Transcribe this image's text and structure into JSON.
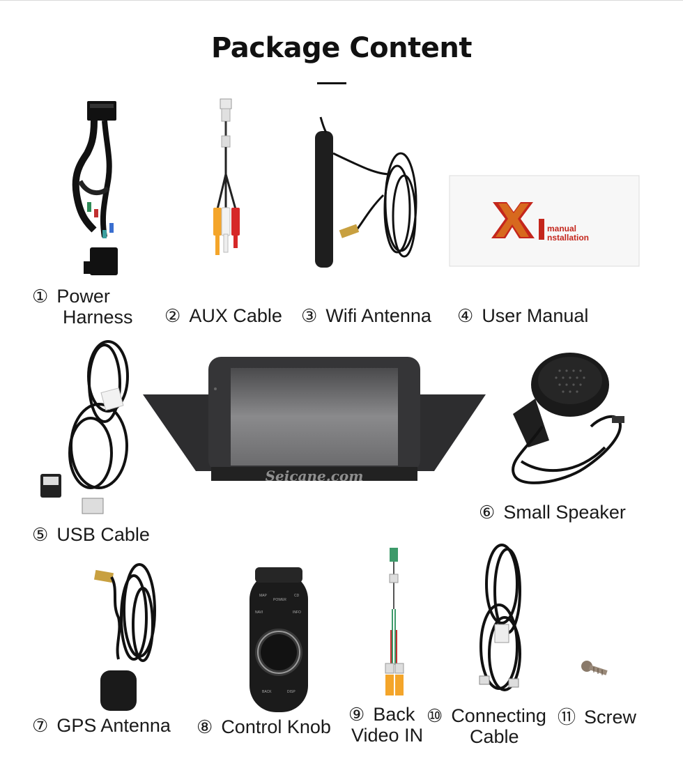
{
  "title": "Package Content",
  "items": [
    {
      "num": "①",
      "line1": "Power",
      "line2": "Harness"
    },
    {
      "num": "②",
      "line1": "AUX Cable",
      "line2": ""
    },
    {
      "num": "③",
      "line1": "Wifi Antenna",
      "line2": ""
    },
    {
      "num": "④",
      "line1": "User Manual",
      "line2": ""
    },
    {
      "num": "⑤",
      "line1": "USB Cable",
      "line2": ""
    },
    {
      "num": "⑥",
      "line1": "Small Speaker",
      "line2": ""
    },
    {
      "num": "⑦",
      "line1": "GPS Antenna",
      "line2": ""
    },
    {
      "num": "⑧",
      "line1": "Control Knob",
      "line2": ""
    },
    {
      "num": "⑨",
      "line1": "Back",
      "line2": "Video IN"
    },
    {
      "num": "⑩",
      "line1": "Connecting",
      "line2": "Cable"
    },
    {
      "num": "⑪",
      "line1": "Screw",
      "line2": ""
    }
  ],
  "manual": {
    "brand": "X1",
    "text1": "manual",
    "text2": "nstallation"
  },
  "watermark": "Seicane.com",
  "knob": {
    "btn_map": "MAP",
    "btn_power": "POWER",
    "btn_cd": "CD",
    "btn_navi": "NAVI",
    "btn_info": "INFO",
    "btn_back": "BACK",
    "btn_disp": "DISP"
  }
}
